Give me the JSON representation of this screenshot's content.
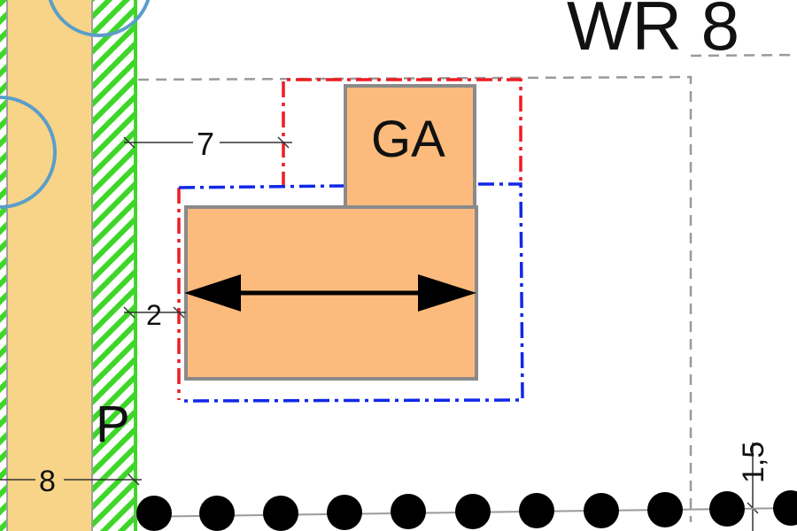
{
  "map": {
    "zone_label": "WR 8",
    "garage_label": "GA",
    "parking_label": "P",
    "dimensions": [
      "7",
      "2",
      "8",
      "1,5"
    ]
  },
  "colors": {
    "road_fill": "#f8d488",
    "green_strip": "#3ed628",
    "building_fill": "#fcbb7c",
    "building_outline": "#8a8a8a",
    "tree_circle": "#5b9ec9",
    "red_boundary": "#ee1c24",
    "blue_boundary": "#1028e8",
    "parcel_dash": "#9a9a9a",
    "dot_row": "#000000"
  },
  "icons": {
    "ridge_direction": "double-arrow-icon",
    "trees": "tree-circle-icon",
    "boundary": "dot-row-icon"
  }
}
